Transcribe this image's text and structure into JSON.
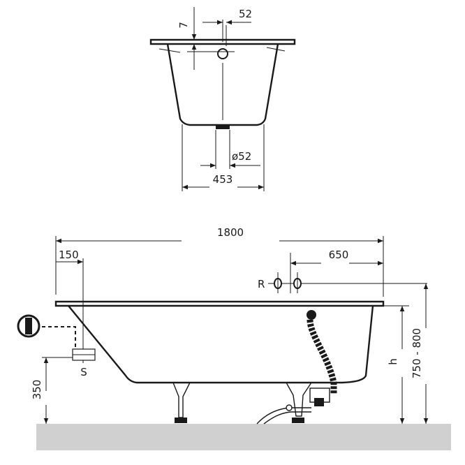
{
  "section_view": {
    "dim_rim_thickness": "7",
    "dim_overflow_offset": "52",
    "dim_drain_diameter": "ø52",
    "dim_bottom_width": "453"
  },
  "side_view": {
    "dim_total_length": "1800",
    "dim_waste_offset": "150",
    "dim_tap_offset": "650",
    "label_tap_holes": "R",
    "label_outlet": "S",
    "dim_outlet_height": "350",
    "dim_height_h": "h",
    "dim_height_range": "750 - 800"
  },
  "colors": {
    "line": "#1a1a1a",
    "floor": "#d0d0d0"
  }
}
